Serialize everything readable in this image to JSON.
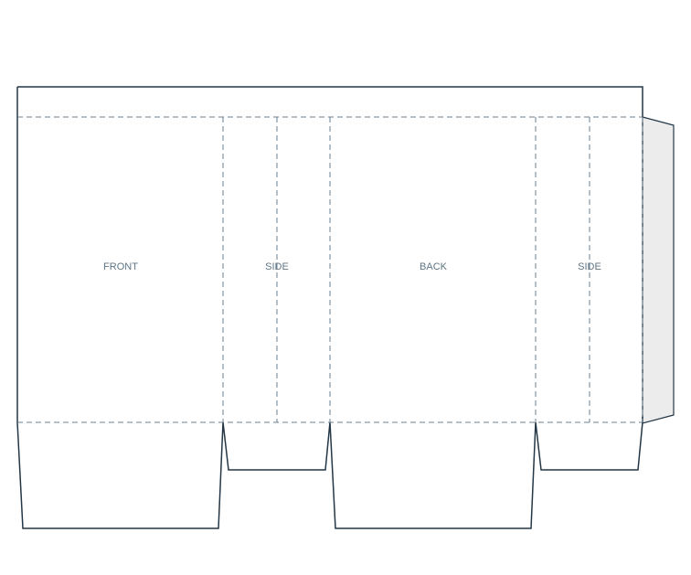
{
  "diagram": {
    "type": "packaging-dieline",
    "colors": {
      "cut_line": "#243746",
      "fold_line": "#6a7f90",
      "label": "#5f7585",
      "glue_flap_fill": "#ececec"
    },
    "panels": [
      {
        "id": "front",
        "label": "FRONT"
      },
      {
        "id": "side-1",
        "label": "SIDE"
      },
      {
        "id": "back",
        "label": "BACK"
      },
      {
        "id": "side-2",
        "label": "SIDE"
      }
    ]
  }
}
